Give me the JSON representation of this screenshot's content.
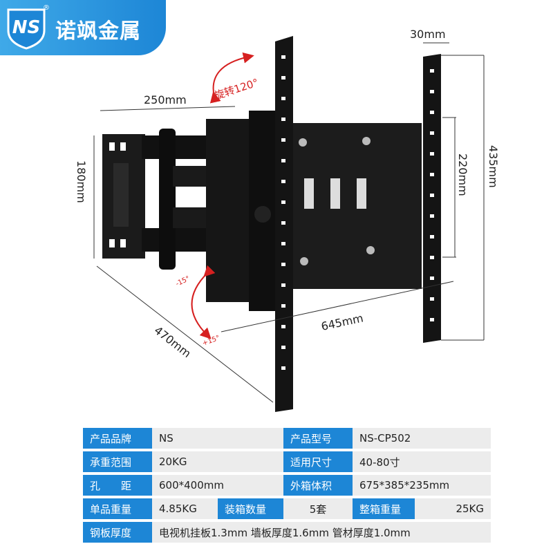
{
  "brand": {
    "logo_text": "NS",
    "name": "诺飒金属",
    "trademark": "®"
  },
  "dimensions": {
    "d_30mm": "30mm",
    "d_250mm": "250mm",
    "d_180mm": "180mm",
    "d_220mm": "220mm",
    "d_435mm": "435mm",
    "d_645mm": "645mm",
    "d_470mm": "470mm"
  },
  "angles": {
    "rotate": "旋转120°",
    "tilt_up": "-15°",
    "tilt_down": "+15°"
  },
  "specs": {
    "row1": {
      "l1": "产品品牌",
      "v1": "NS",
      "l2": "产品型号",
      "v2": "NS-CP502"
    },
    "row2": {
      "l1": "承重范围",
      "v1": "20KG",
      "l2": "适用尺寸",
      "v2": "40-80寸"
    },
    "row3": {
      "l1": "孔　　距",
      "v1": "600*400mm",
      "l2": "外箱体积",
      "v2": "675*385*235mm"
    },
    "row4": {
      "l1": "单品重量",
      "v1": "4.85KG",
      "l2": "装箱数量",
      "v2": "5套",
      "l3": "整箱重量",
      "v3": "25KG"
    },
    "row5": {
      "l1": "钢板厚度",
      "v1": "电视机挂板1.3mm 墙板厚度1.6mm 管材厚度1.0mm"
    }
  },
  "colors": {
    "accent": "#1d86d6",
    "arrow_red": "#d62020",
    "cell_gray": "#ececec"
  }
}
